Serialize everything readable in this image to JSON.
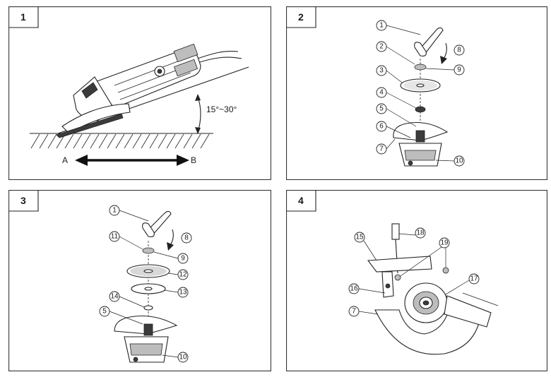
{
  "panels": [
    {
      "number": "1",
      "angle_label": "15°~30°",
      "point_a": "A",
      "point_b": "B"
    },
    {
      "number": "2",
      "callouts": [
        "1",
        "2",
        "3",
        "4",
        "5",
        "6",
        "7",
        "8",
        "9",
        "10"
      ]
    },
    {
      "number": "3",
      "callouts": [
        "1",
        "11",
        "8",
        "9",
        "12",
        "13",
        "14",
        "5",
        "10"
      ]
    },
    {
      "number": "4",
      "callouts": [
        "15",
        "18",
        "19",
        "17",
        "16",
        "7"
      ]
    }
  ]
}
